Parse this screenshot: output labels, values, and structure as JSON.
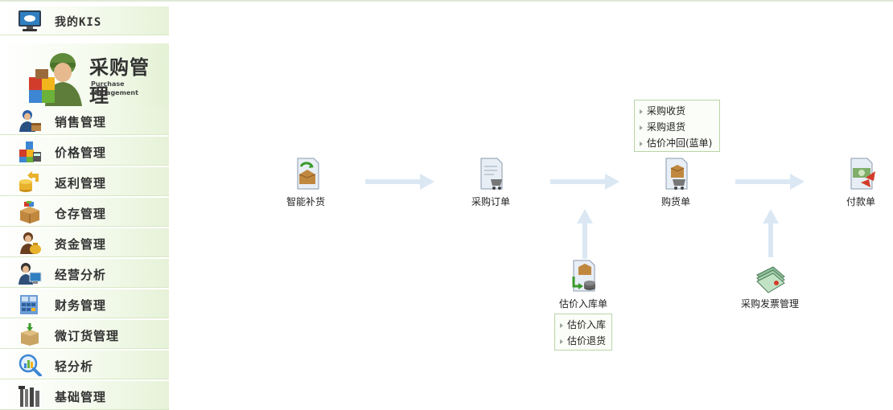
{
  "sidebar": {
    "top_item": {
      "label": "我的KIS",
      "icon": "monitor-icon"
    },
    "active": {
      "title": "采购管理",
      "subtitle_line1": "Purchase",
      "subtitle_line2": "Management",
      "icon": "purchase-person-icon"
    },
    "items": [
      {
        "label": "销售管理",
        "icon": "sales-person-icon"
      },
      {
        "label": "价格管理",
        "icon": "price-blocks-icon"
      },
      {
        "label": "返利管理",
        "icon": "rebate-coins-icon"
      },
      {
        "label": "仓存管理",
        "icon": "warehouse-box-icon"
      },
      {
        "label": "资金管理",
        "icon": "money-bag-icon"
      },
      {
        "label": "经营分析",
        "icon": "analysis-person-icon"
      },
      {
        "label": "财务管理",
        "icon": "finance-calculator-icon"
      },
      {
        "label": "微订货管理",
        "icon": "micro-order-box-icon"
      },
      {
        "label": "轻分析",
        "icon": "magnifier-chart-icon"
      },
      {
        "label": "基础管理",
        "icon": "tools-icon"
      }
    ]
  },
  "flow": {
    "nodes": {
      "smart_replenish": "智能补货",
      "purchase_order": "采购订单",
      "purchase_invoice": "购货单",
      "payment": "付款单",
      "estimate_inbound": "估价入库单",
      "purchase_invoice_mgmt": "采购发票管理"
    },
    "invoice_menu": [
      "采购收货",
      "采购退货",
      "估价冲回(蓝单)"
    ],
    "estimate_menu": [
      "估价入库",
      "估价退货"
    ]
  },
  "colors": {
    "arrow": "#dbe8f4",
    "accent_green": "#e6f2d8",
    "menu_border": "#b9d4a6"
  }
}
